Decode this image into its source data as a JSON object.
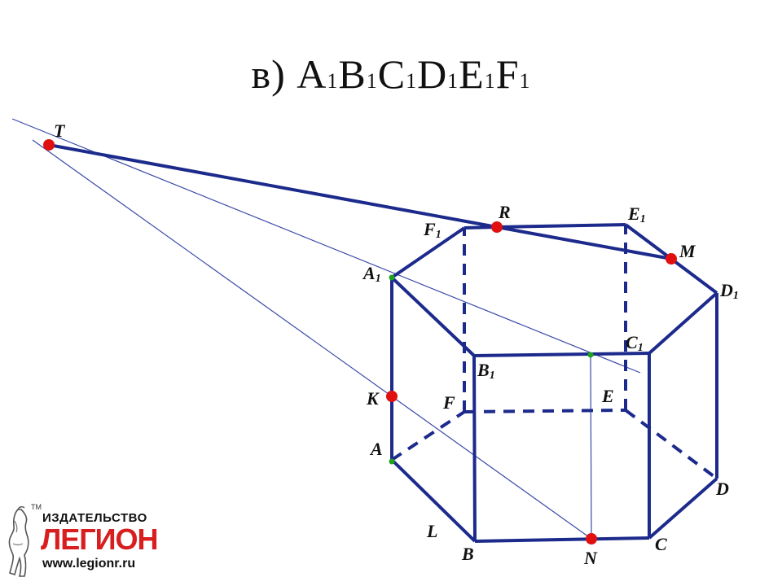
{
  "title": {
    "prefix": "в) ",
    "parts": [
      {
        "main": "A",
        "sub": "1"
      },
      {
        "main": "B",
        "sub": "1"
      },
      {
        "main": "C",
        "sub": "1"
      },
      {
        "main": "D",
        "sub": "1"
      },
      {
        "main": "E",
        "sub": "1"
      },
      {
        "main": "F",
        "sub": "1"
      }
    ]
  },
  "labels": {
    "T": {
      "main": "T",
      "sub": ""
    },
    "R": {
      "main": "R",
      "sub": ""
    },
    "E1": {
      "main": "E",
      "sub": "1"
    },
    "F1": {
      "main": "F",
      "sub": "1"
    },
    "M": {
      "main": "M",
      "sub": ""
    },
    "A1": {
      "main": "A",
      "sub": "1"
    },
    "D1": {
      "main": "D",
      "sub": "1"
    },
    "C1": {
      "main": "C",
      "sub": "1"
    },
    "B1": {
      "main": "B",
      "sub": "1"
    },
    "K": {
      "main": "K",
      "sub": ""
    },
    "F": {
      "main": "F",
      "sub": ""
    },
    "E": {
      "main": "E",
      "sub": ""
    },
    "A": {
      "main": "A",
      "sub": ""
    },
    "D": {
      "main": "D",
      "sub": ""
    },
    "L": {
      "main": "L",
      "sub": ""
    },
    "B": {
      "main": "B",
      "sub": ""
    },
    "N": {
      "main": "N",
      "sub": ""
    },
    "C": {
      "main": "C",
      "sub": ""
    }
  },
  "colors": {
    "edge": "#1c2a8c",
    "thin_line": "#3a4aa8",
    "point_red": "#e01010",
    "point_green": "#1fa31f"
  },
  "logo": {
    "tm": "TM",
    "line1": "ИЗДАТЕЛЬСТВО",
    "line2": "ЛЕГИОН",
    "line3": "www.legionr.ru",
    "icon": "horse-icon"
  }
}
